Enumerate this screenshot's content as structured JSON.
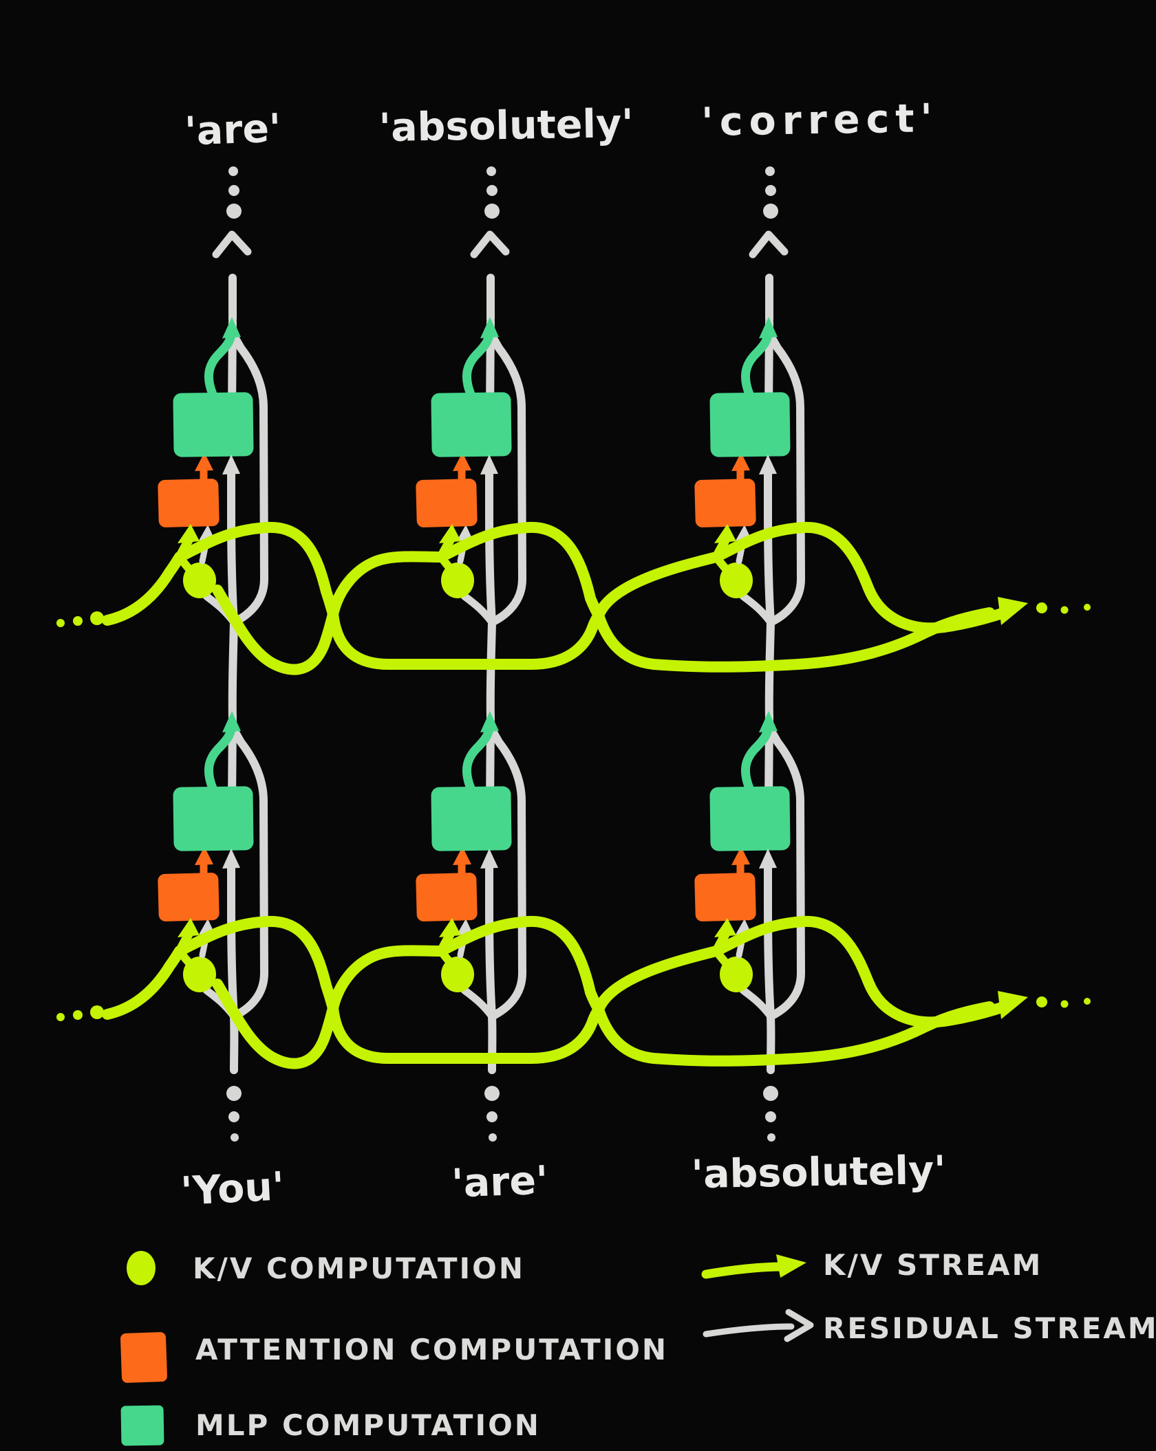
{
  "colors": {
    "background": "#070708",
    "residual": "#d7d7d5",
    "kv_stream": "#c4f303",
    "attention": "#fd6a1a",
    "mlp": "#46d78c",
    "label_text": "#e9e9e7",
    "legend_text": "#dcdcda"
  },
  "top_tokens": [
    "'are'",
    "'absolutely'",
    "'correct'"
  ],
  "bottom_tokens": [
    "'You'",
    "'are'",
    "'absolutely'"
  ],
  "legend": {
    "computations": [
      {
        "icon": "kv-circle-swatch",
        "label": "K/V COMPUTATION"
      },
      {
        "icon": "attention-square-swatch",
        "label": "ATTENTION COMPUTATION"
      },
      {
        "icon": "mlp-square-swatch",
        "label": "MLP COMPUTATION"
      }
    ],
    "streams": [
      {
        "icon": "kv-stream-arrow",
        "label": "K/V STREAM"
      },
      {
        "icon": "residual-stream-arrow",
        "label": "RESIDUAL STREAM"
      }
    ]
  }
}
